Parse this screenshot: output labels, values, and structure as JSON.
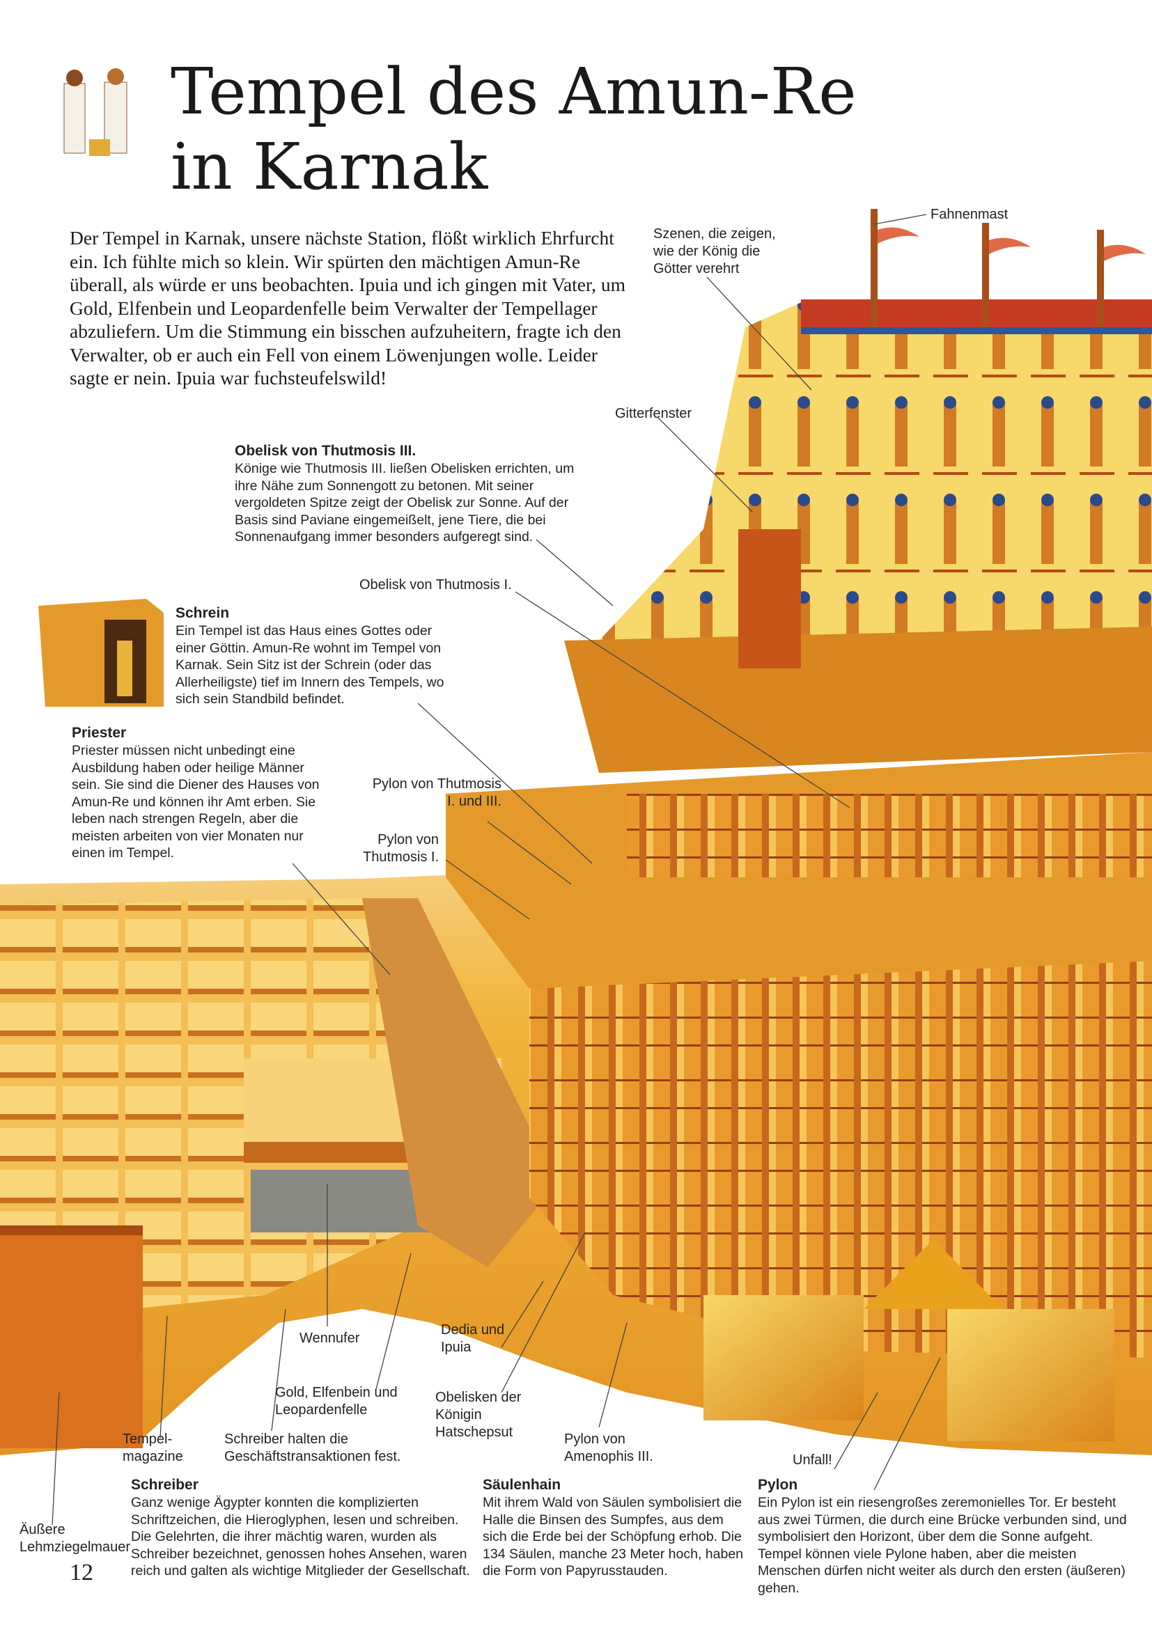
{
  "header": {
    "title_line1": "Tempel des Amun-Re",
    "title_line2": "in Karnak"
  },
  "intro": "Der Tempel in Karnak, unsere nächste Station, flößt wirklich Ehrfurcht ein. Ich fühlte mich so klein. Wir spürten den mächtigen Amun-Re überall, als würde er uns beobachten. Ipuia und ich gingen mit Vater, um Gold, Elfenbein und Leopardenfelle beim Verwalter der Tempellager abzuliefern. Um die Stimmung ein bisschen aufzuheitern, fragte ich den Verwalter, ob er auch ein Fell von einem Löwenjungen wolle. Leider sagte er nein. Ipuia war fuchsteufelswild!",
  "labels": {
    "fahnenmast": "Fahnenmast",
    "szenen": "Szenen, die zeigen, wie der König die Götter verehrt",
    "gitterfenster": "Gitterfenster",
    "obelisk_t1": "Obelisk von Thutmosis I.",
    "pylon_t1_t3": "Pylon von Thutmosis I. und III.",
    "pylon_t1": "Pylon von Thutmosis I.",
    "wennufer": "Wennufer",
    "dedia": "Dedia und Ipuia",
    "gold": "Gold, Elfenbein und Leopardenfelle",
    "obelisken_hat": "Obelisken der Königin Hatschepsut",
    "pylon_a3": "Pylon von Amenophis III.",
    "tempelmagazine": "Tempel-magazine",
    "schreiber_halten": "Schreiber halten die Geschäftstransaktionen fest.",
    "unfall": "Unfall!",
    "mauer": "Äußere Lehmziegelmauer"
  },
  "boxes": {
    "obelisk_t3": {
      "title": "Obelisk von Thutmosis III.",
      "text": "Könige wie Thutmosis III. ließen Obelisken errichten, um ihre Nähe zum Sonnengott zu betonen. Mit seiner vergoldeten Spitze zeigt der Obelisk zur Sonne. Auf der Basis sind Paviane eingemeißelt, jene Tiere, die bei Sonnenaufgang immer besonders aufgeregt sind."
    },
    "schrein": {
      "title": "Schrein",
      "text": "Ein Tempel ist das Haus eines Gottes oder einer Göttin. Amun-Re wohnt im Tempel von Karnak. Sein Sitz ist der Schrein (oder das Allerheiligste) tief im Innern des Tempels, wo sich sein Standbild befindet."
    },
    "priester": {
      "title": "Priester",
      "text": "Priester müssen nicht unbedingt eine Ausbildung haben oder heilige Männer sein. Sie sind die Diener des Hauses von Amun-Re und können ihr Amt erben. Sie leben nach strengen Regeln, aber die meisten arbeiten von vier Monaten nur einen im Tempel."
    },
    "schreiber": {
      "title": "Schreiber",
      "text": "Ganz wenige Ägypter konnten die komplizierten Schriftzeichen, die Hieroglyphen, lesen und schreiben. Die Gelehrten, die ihrer mächtig waren, wurden als Schreiber bezeichnet, genossen hohes Ansehen, waren reich und galten als wichtige Mitglieder der Gesellschaft."
    },
    "saeulenhain": {
      "title": "Säulenhain",
      "text": "Mit ihrem Wald von Säulen symbolisiert die Halle die Binsen des Sumpfes, aus dem sich die Erde bei der Schöpfung erhob. Die 134 Säulen, manche 23 Meter hoch, haben die Form von Papyrusstauden."
    },
    "pylon": {
      "title": "Pylon",
      "text": "Ein Pylon ist ein riesengroßes zeremonielles Tor. Er besteht aus zwei Türmen, die durch eine Brücke verbunden sind, und symbolisiert den Horizont, über dem die Sonne aufgeht. Tempel können viele Pylone haben, aber die meisten Menschen dürfen nicht weiter als durch den ersten (äußeren) gehen."
    }
  },
  "page_number": "12",
  "colors": {
    "sand": "#f2b43a",
    "stone": "#e9a21c",
    "shadow": "#b4561a",
    "sky_haze": "#f7d9a6"
  }
}
